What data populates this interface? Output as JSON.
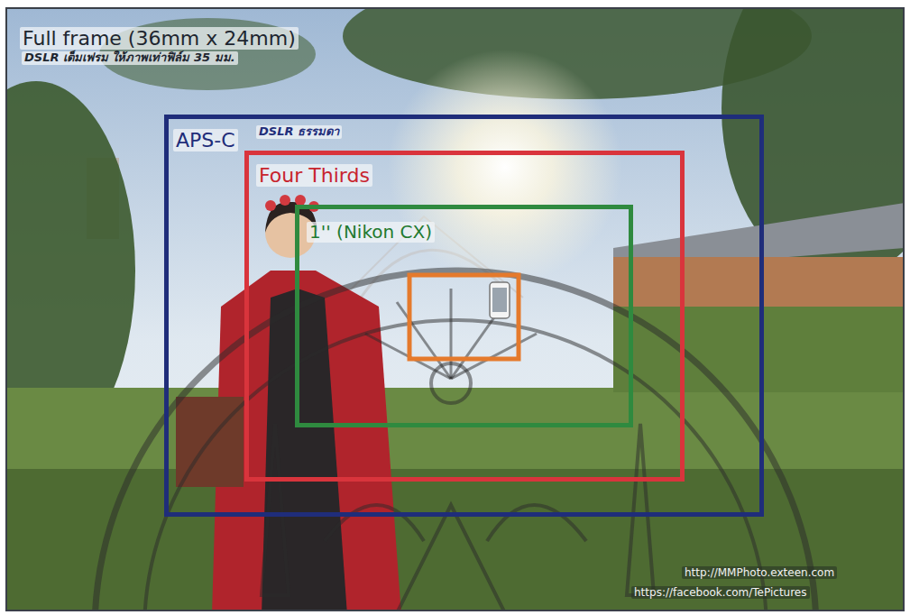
{
  "diagram": {
    "nodes": [
      {
        "text": [
          "Full frame (36mm x 24mm)",
          "DSLR เต็มเฟรม ให้ภาพเท่าฟิล์ม 35 มม."
        ]
      },
      {
        "text": [
          "APS-C",
          "DSLR ธรรมดา"
        ],
        "in": 0
      },
      {
        "text": [
          "Four Thirds"
        ],
        "in": 1
      },
      {
        "text": [
          "1'' (Nikon CX)"
        ],
        "in": 2
      }
    ],
    "labels": [
      "http://MMPhoto.exteen.com",
      "https://facebook.com/TePictures"
    ]
  }
}
